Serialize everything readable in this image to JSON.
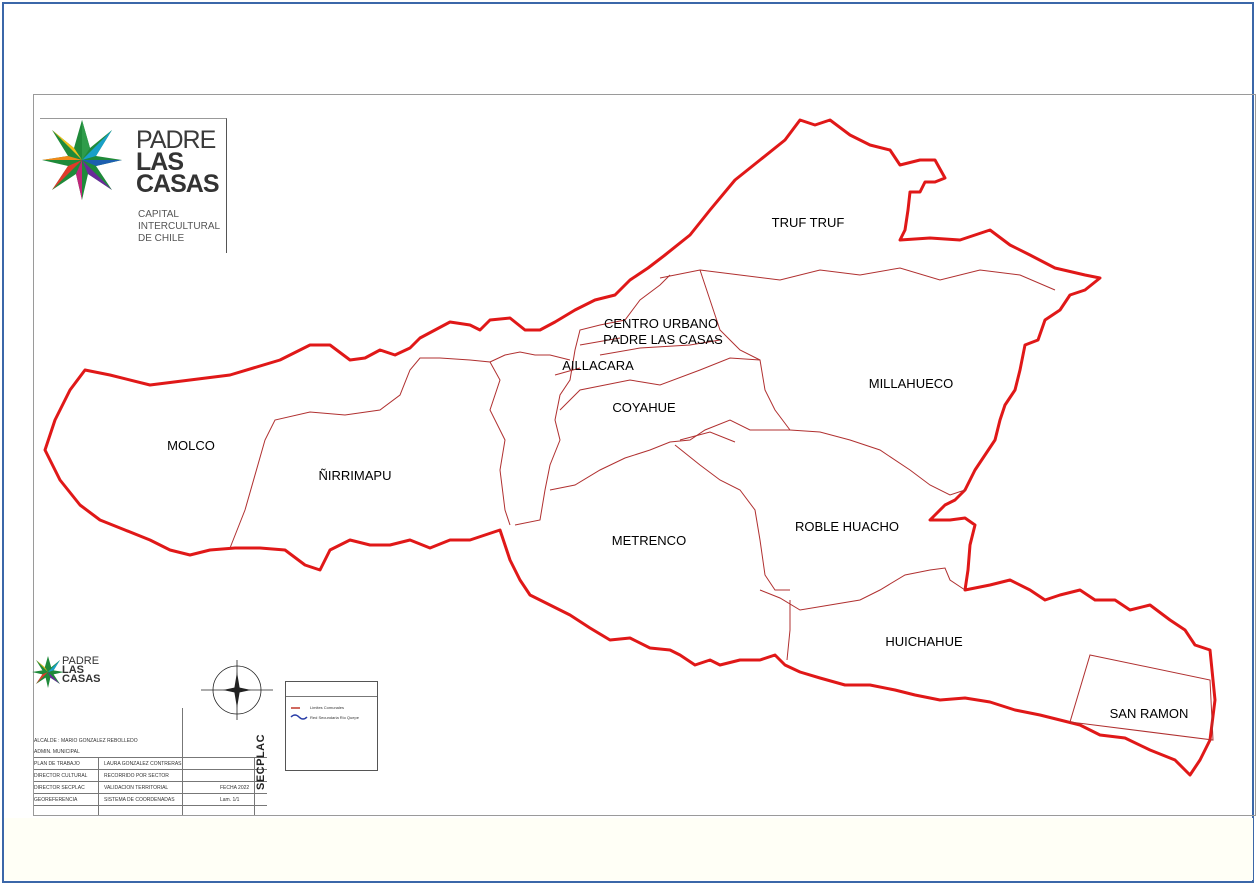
{
  "logo": {
    "line1": "PADRE",
    "line2": "LAS",
    "line3": "CASAS",
    "subtitle": [
      "CAPITAL",
      "INTERCULTURAL",
      "DE CHILE"
    ]
  },
  "regions": [
    {
      "id": "truf-truf",
      "name": "TRUF TRUF"
    },
    {
      "id": "centro-urbano",
      "name": "CENTRO URBANO"
    },
    {
      "id": "padre-las-casas",
      "name": "PADRE LAS CASAS"
    },
    {
      "id": "aillacara",
      "name": "AILLACARA"
    },
    {
      "id": "millahueco",
      "name": "MILLAHUECO"
    },
    {
      "id": "coyahue",
      "name": "COYAHUE"
    },
    {
      "id": "molco",
      "name": "MOLCO"
    },
    {
      "id": "nirrimapu",
      "name": "ÑIRRIMAPU"
    },
    {
      "id": "metrenco",
      "name": "METRENCO"
    },
    {
      "id": "roble-huacho",
      "name": "ROBLE  HUACHO"
    },
    {
      "id": "huichahue",
      "name": "HUICHAHUE"
    },
    {
      "id": "san-ramon",
      "name": "SAN RAMON"
    }
  ],
  "title_block": {
    "alcalde": "ALCALDE : MARIO GONZALEZ REBOLLEDO",
    "admin": "ADMIN. MUNICIPAL",
    "row1_left": "PLAN DE TRABAJO",
    "row1_right": "LAURA GONZALEZ CONTRERAS",
    "row2_left": "DIRECTOR CULTURAL",
    "row2_right": "RECORRIDO POR SECTOR",
    "row3_left": "DIRECTOR SECPLAC",
    "row3_right": "VALIDACION TERRITORIAL",
    "row3_far": "FECHA 2022",
    "row4_left": "GEOREFERENCIA",
    "row4_right": "SISTEMA DE COORDENADAS",
    "row4_far": "Lam. 1/1",
    "department": "SECPLAC"
  },
  "legend": {
    "items": [
      {
        "label": "Limites Comunales",
        "color": "#c0392b"
      },
      {
        "label": "Red Secundaria Rio Quepe",
        "color": "#2a3ea8"
      }
    ]
  },
  "colors": {
    "boundary": "#e01818",
    "internal": "#b03030",
    "frame": "#3b67a9"
  }
}
